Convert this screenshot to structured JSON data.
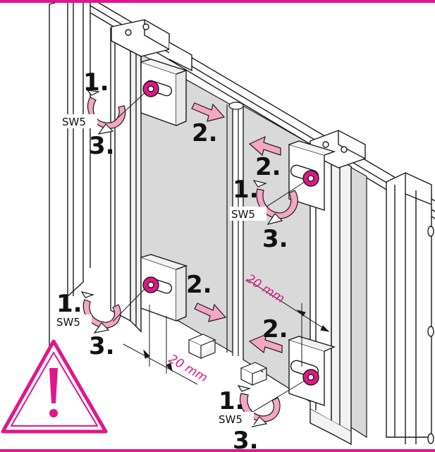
{
  "colors": {
    "accent": "#e0168a",
    "arrow_fill": "#f4a6c2",
    "panel_gray": "#d9d9d9",
    "line": "#1a1a1a",
    "warning_fill": "#ffffff"
  },
  "labels": {
    "step1": "1.",
    "step2": "2.",
    "step3": "3.",
    "tool": "SW5",
    "dimension": "20 mm"
  },
  "icons": {
    "warning": "warning-triangle-icon",
    "rotate": "rotate-arrow-icon",
    "slide": "slide-arrow-icon",
    "screw": "screw-head-icon"
  }
}
